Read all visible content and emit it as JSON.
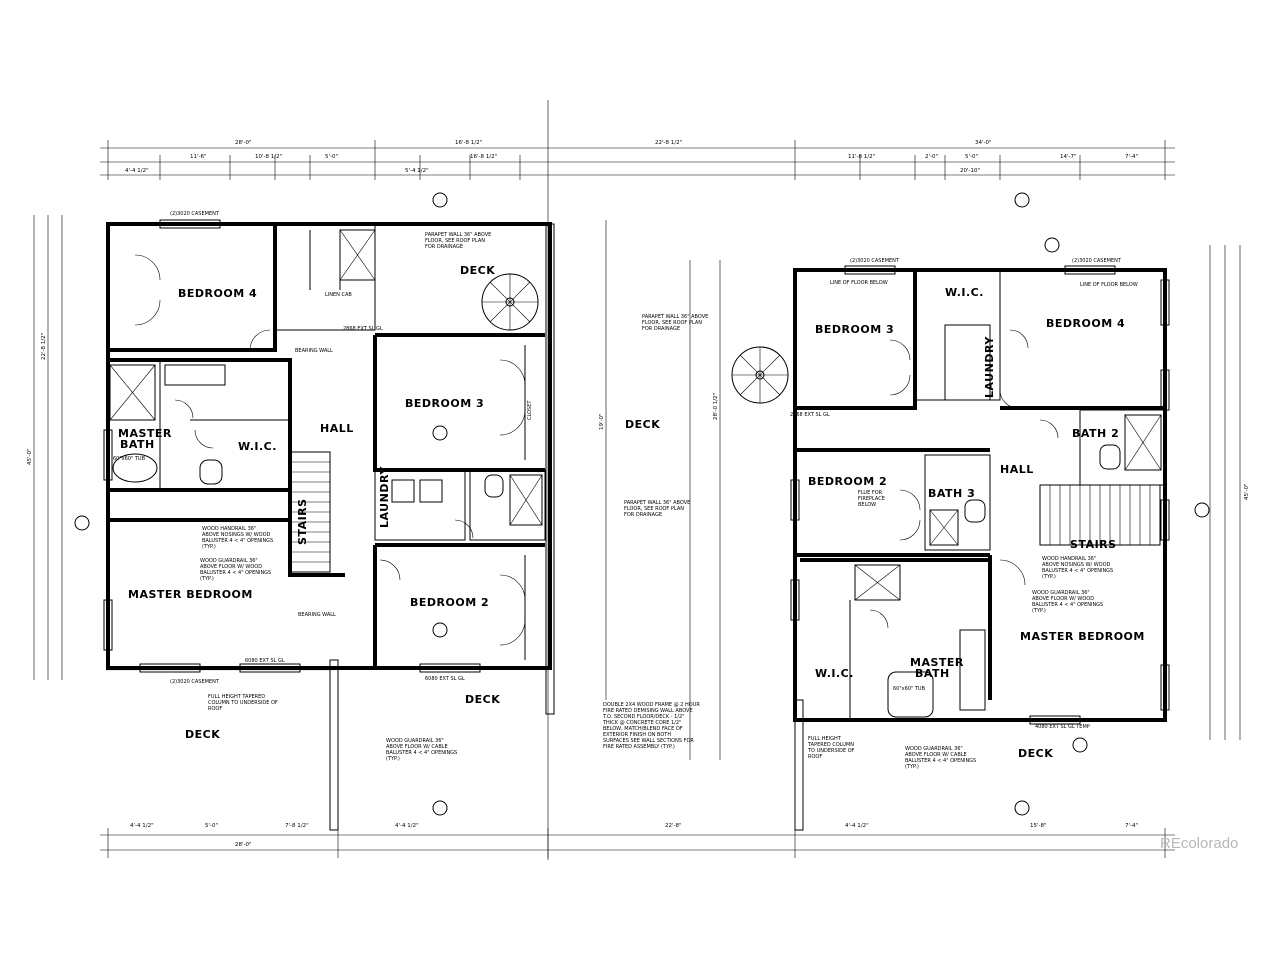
{
  "rooms_left": {
    "bedroom4": "BEDROOM 4",
    "master_bath_1": "MASTER",
    "master_bath_2": "BATH",
    "wic": "W.I.C.",
    "hall": "HALL",
    "stairs": "STAIRS",
    "bedroom3": "BEDROOM 3",
    "laundry": "LAUNDRY",
    "bedroom2": "BEDROOM 2",
    "master_bedroom": "MASTER BEDROOM",
    "deck_top": "DECK",
    "deck_bottom_left": "DECK",
    "deck_bottom_right": "DECK"
  },
  "rooms_center": {
    "deck": "DECK"
  },
  "rooms_right": {
    "bedroom3": "BEDROOM 3",
    "wic": "W.I.C.",
    "bedroom4": "BEDROOM 4",
    "laundry": "LAUNDRY",
    "bath2": "BATH 2",
    "bedroom2": "BEDROOM 2",
    "bath3": "BATH 3",
    "hall": "HALL",
    "stairs": "STAIRS",
    "wic2": "W.I.C.",
    "master_bath_1": "MASTER",
    "master_bath_2": "BATH",
    "master_bedroom": "MASTER BEDROOM",
    "deck": "DECK"
  },
  "notes": {
    "parapet_top_1": "PARAPET WALL 36\" ABOVE",
    "parapet_top_2": "FLOOR, SEE ROOF PLAN",
    "parapet_top_3": "FOR DRAINAGE",
    "parapet_mid_1": "PARAPET WALL 36\" ABOVE",
    "parapet_mid_2": "FLOOR, SEE ROOF PLAN",
    "parapet_mid_3": "FOR DRAINAGE",
    "parapet_low_1": "PARAPET WALL 36\" ABOVE",
    "parapet_low_2": "FLOOR, SEE ROOF PLAN",
    "parapet_low_3": "FOR DRAINAGE",
    "handrail_1": "WOOD HANDRAIL 36\"",
    "handrail_2": "ABOVE NOSINGS W/ WOOD",
    "handrail_3": "BALUSTER 4 < 4\" OPENINGS",
    "handrail_4": "(TYP.)",
    "guardrail_l_1": "WOOD GUARDRAIL 36\"",
    "guardrail_l_2": "ABOVE FLOOR W/ WOOD",
    "guardrail_l_3": "BALUSTER 4 < 4\" OPENINGS",
    "guardrail_l_4": "(TYP.)",
    "column_1": "FULL HEIGHT TAPERED",
    "column_2": "COLUMN TO UNDERSIDE OF",
    "column_3": "ROOF",
    "cable_1": "WOOD GUARDRAIL 36\"",
    "cable_2": "ABOVE FLOOR W/ CABLE",
    "cable_3": "BALUSTER 4 < 4\" OPENINGS",
    "cable_4": "(TYP.)",
    "fire_1": "DOUBLE 2X4 WOOD FRAME @ 2 HOUR",
    "fire_2": "FIRE RATED DEMISING WALL ABOVE",
    "fire_3": "T.O. SECOND FLOOR/DECK - 1/2\"",
    "fire_4": "THICK @ CONCRETE CORE 1/2\"",
    "fire_5": "BELOW, MATCH/BLEND FACE OF",
    "fire_6": "EXTERIOR FINISH ON BOTH",
    "fire_7": "SURFACES SEE WALL SECTIONS FOR",
    "fire_8": "FIRE RATED ASSEMBLY (TYP.)",
    "linen_cab": "LINEN CAB",
    "bearing_wall_1": "BEARING WALL",
    "bearing_wall_2": "BEARING WALL",
    "line_floor_1": "LINE OF FLOOR BELOW",
    "line_floor_2": "LINE OF FLOOR BELOW",
    "flue_1": "FLUE FOR",
    "flue_2": "FIREPLACE",
    "flue_3": "BELOW",
    "handrail_r_1": "WOOD HANDRAIL 36\"",
    "handrail_r_2": "ABOVE NOSINGS W/ WOOD",
    "handrail_r_3": "BALUSTER 4 < 4\" OPENINGS",
    "handrail_r_4": "(TYP.)",
    "guardrail_r_1": "WOOD GUARDRAIL 36\"",
    "guardrail_r_2": "ABOVE FLOOR W/ WOOD",
    "guardrail_r_3": "BALUSTER 4 < 4\" OPENINGS",
    "guardrail_r_4": "(TYP.)",
    "column_r_1": "FULL HEIGHT",
    "column_r_2": "TAPERED COLUMN",
    "column_r_3": "TO UNDERSIDE OF",
    "column_r_4": "ROOF",
    "cable_r_1": "WOOD GUARDRAIL 36\"",
    "cable_r_2": "ABOVE FLOOR W/ CABLE",
    "cable_r_3": "BALUSTER 4 < 4\" OPENINGS",
    "cable_r_4": "(TYP.)",
    "tub_l": "60\"x60\" TUB",
    "tub_r": "60\"x60\" TUB",
    "ext_gl_1": "6080 EXT SL GL",
    "ext_gl_2": "6080 EXT SL GL",
    "ext_gl_3": "4080 EXT SL GL TEMP",
    "ext_gl_4": "2868 EXT SL GL",
    "ext_gl_5": "2868 EXT SL GL",
    "casement_1": "(2)3020 CASEMENT",
    "casement_2": "(2)3020 CASEMENT",
    "casement_3": "(2)3020 CASEMENT",
    "casement_4": "(2)3020 CASEMENT",
    "closet": "CLOSET"
  },
  "dimensions": {
    "top_overall_left": "28'-0\"",
    "top_mid_left": "16'-8 1/2\"",
    "top_mid_center": "22'-8 1/2\"",
    "top_overall_right": "34'-0\"",
    "top_l1": "11'-6\"",
    "top_l2": "10'-8 1/2\"",
    "top_l3": "5'-0\"",
    "top_l4": "4'-4 1/2\"",
    "top_l5": "16'-8 1/2\"",
    "top_l6": "5'-4 1/2\"",
    "top_r1": "11'-8 1/2\"",
    "top_r2": "2'-0\"",
    "top_r3": "5'-0\"",
    "top_r4": "14'-7\"",
    "top_r5": "7'-4\"",
    "top_r6": "20'-10\"",
    "bot_l1": "4'-4 1/2\"",
    "bot_l2": "5'-0\"",
    "bot_l3": "7'-8 1/2\"",
    "bot_l4": "4'-4 1/2\"",
    "bot_l5": "28'-0\"",
    "bot_c1": "22'-8\"",
    "bot_r1": "4'-4 1/2\"",
    "bot_r2": "15'-8\"",
    "bot_r3": "7'-4\"",
    "left_side_1": "45'-0\"",
    "left_side_2": "22'-8 1/2\"",
    "right_side_1": "45'-0\"",
    "center_1": "19'-0\"",
    "center_2": "28'-0 1/2\""
  },
  "watermark": "REcolorado"
}
